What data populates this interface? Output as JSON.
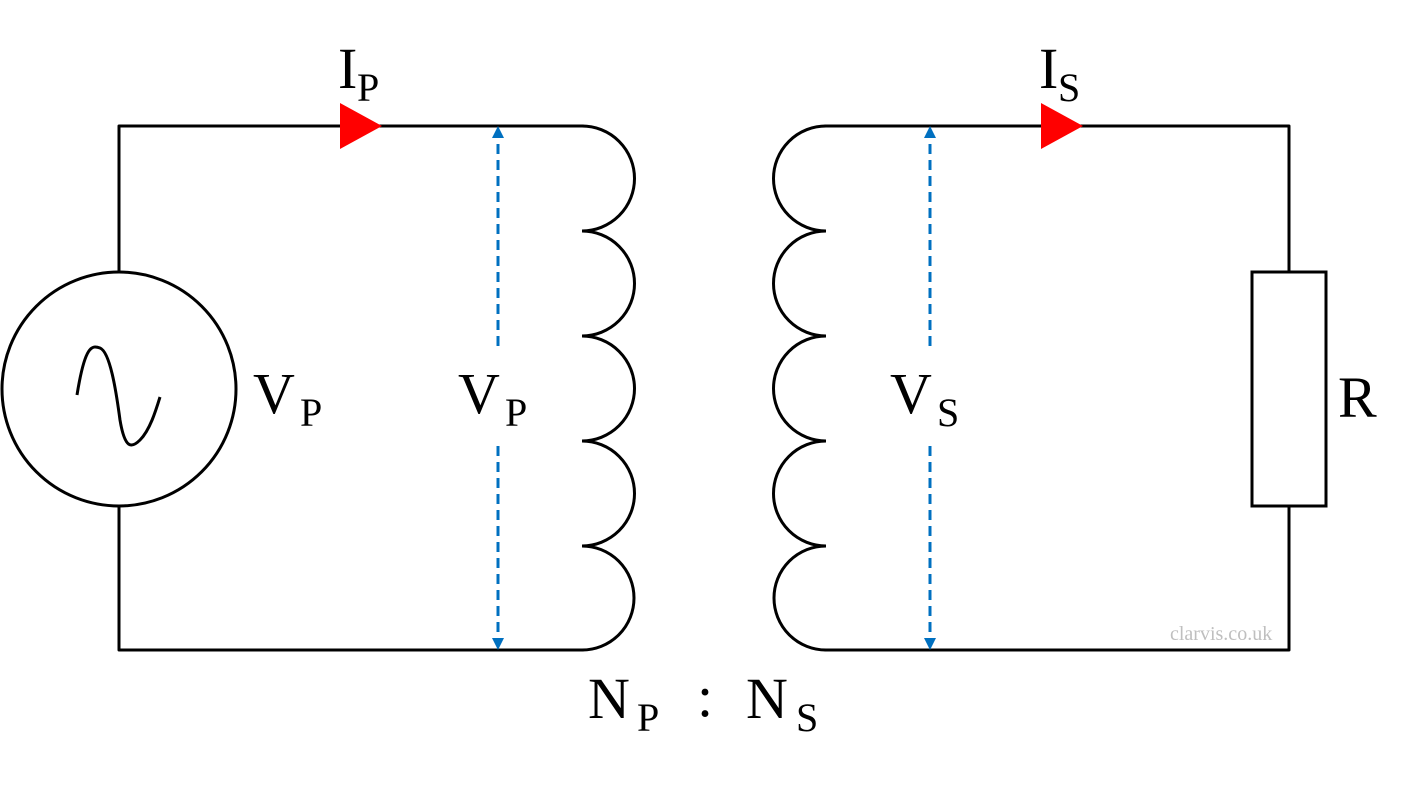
{
  "colors": {
    "wire": "#000000",
    "current_arrow": "#ff0000",
    "voltage_arrow": "#0070c0",
    "watermark": "#bfbfbf"
  },
  "labels": {
    "primary_current": {
      "main": "I",
      "sub": "P"
    },
    "secondary_current": {
      "main": "I",
      "sub": "S"
    },
    "source_voltage": {
      "main": "V",
      "sub": "P"
    },
    "primary_voltage": {
      "main": "V",
      "sub": "P"
    },
    "secondary_voltage": {
      "main": "V",
      "sub": "S"
    },
    "resistor": "R",
    "turns_primary": {
      "main": "N",
      "sub": "P"
    },
    "turns_separator": ":",
    "turns_secondary": {
      "main": "N",
      "sub": "S"
    }
  },
  "watermark": "clarvis.co.uk",
  "icons": {
    "source": "ac-source-icon",
    "resistor": "resistor-icon",
    "primary_coil": "primary-coil-icon",
    "secondary_coil": "secondary-coil-icon"
  }
}
